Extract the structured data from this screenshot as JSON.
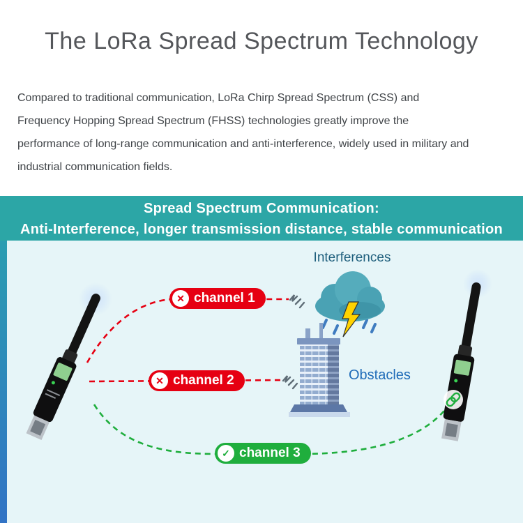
{
  "page": {
    "title": "The LoRa Spread Spectrum Technology",
    "intro_lines": [
      "Compared to traditional communication, LoRa Chirp Spread Spectrum (CSS) and",
      "Frequency Hopping Spread Spectrum (FHSS) technologies greatly improve the",
      "performance of long-range communication and anti-interference, widely used in military and",
      "industrial communication fields."
    ]
  },
  "diagram": {
    "header": {
      "line1": "Spread Spectrum Communication:",
      "line2": "Anti-Interference, longer transmission distance, stable communication"
    },
    "labels": {
      "interferences": "Interferences",
      "obstacles": "Obstacles"
    },
    "channels": [
      {
        "label": "channel 1",
        "status": "blocked",
        "icon": "✕"
      },
      {
        "label": "channel 2",
        "status": "blocked",
        "icon": "✕"
      },
      {
        "label": "channel 3",
        "status": "ok",
        "icon": "✓"
      }
    ],
    "colors": {
      "header_bg": "#2ca6a6",
      "body_bg": "#e6f5f8",
      "blocked": "#e60012",
      "ok": "#1fae3d",
      "interferences_text": "#1f5f7d",
      "obstacles_text": "#1e6bb8"
    }
  }
}
